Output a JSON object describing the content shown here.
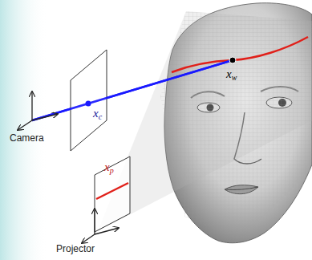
{
  "diagram": {
    "labels": [
      "xw",
      "xc",
      "Camera",
      "xp",
      "Projector"
    ]
  }
}
